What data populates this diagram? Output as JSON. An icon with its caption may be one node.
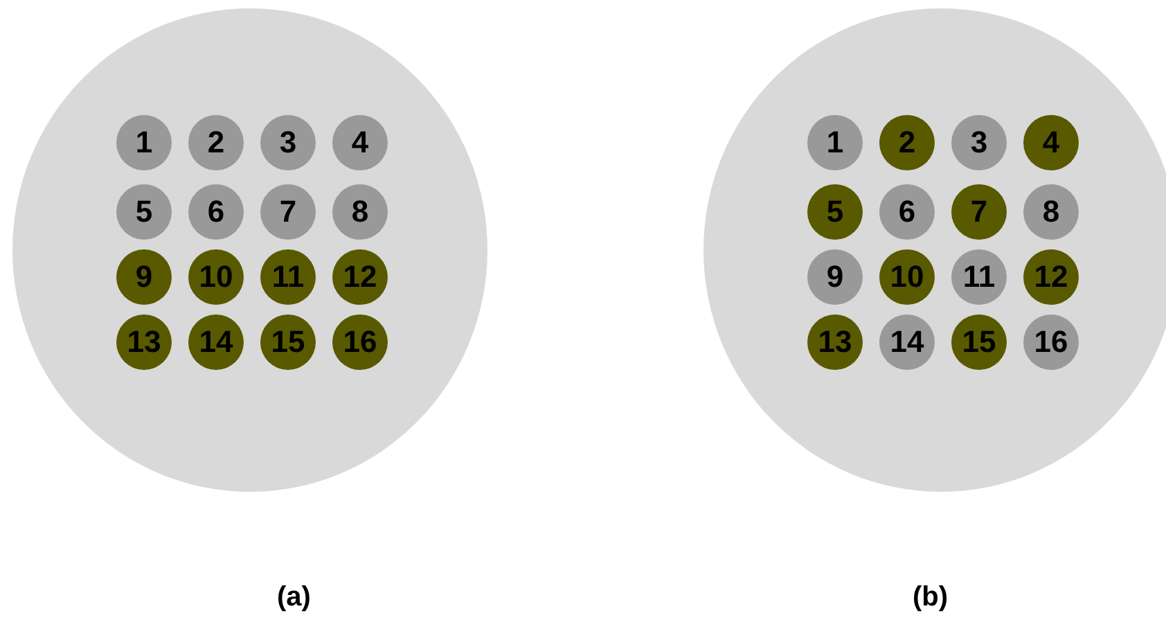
{
  "diagram": {
    "nodes": [
      {
        "text": [],
        "shape": "circle",
        "beside": [
          "(a)"
        ]
      },
      {
        "text": [
          "1"
        ],
        "in": 0
      },
      {
        "text": [
          "2"
        ],
        "in": 0
      },
      {
        "text": [
          "3"
        ],
        "in": 0
      },
      {
        "text": [
          "4"
        ],
        "in": 0
      },
      {
        "text": [
          "5"
        ],
        "in": 0
      },
      {
        "text": [
          "6"
        ],
        "in": 0
      },
      {
        "text": [
          "7"
        ],
        "in": 0
      },
      {
        "text": [
          "8"
        ],
        "in": 0
      },
      {
        "text": [
          "9"
        ],
        "in": 0
      },
      {
        "text": [
          "10"
        ],
        "in": 0
      },
      {
        "text": [
          "11"
        ],
        "in": 0
      },
      {
        "text": [
          "12"
        ],
        "in": 0
      },
      {
        "text": [
          "13"
        ],
        "in": 0
      },
      {
        "text": [
          "14"
        ],
        "in": 0
      },
      {
        "text": [
          "15"
        ],
        "in": 0
      },
      {
        "text": [
          "16"
        ],
        "in": 0
      },
      {
        "text": [],
        "shape": "circle",
        "beside": [
          "(b)"
        ]
      },
      {
        "text": [
          "1"
        ],
        "in": 17
      },
      {
        "text": [
          "2"
        ],
        "in": 17
      },
      {
        "text": [
          "3"
        ],
        "in": 17
      },
      {
        "text": [
          "4"
        ],
        "in": 17
      },
      {
        "text": [
          "5"
        ],
        "in": 17
      },
      {
        "text": [
          "6"
        ],
        "in": 17
      },
      {
        "text": [
          "7"
        ],
        "in": 17
      },
      {
        "text": [
          "8"
        ],
        "in": 17
      },
      {
        "text": [
          "9"
        ],
        "in": 17
      },
      {
        "text": [
          "10"
        ],
        "in": 17
      },
      {
        "text": [
          "11"
        ],
        "in": 17
      },
      {
        "text": [
          "12"
        ],
        "in": 17
      },
      {
        "text": [
          "13"
        ],
        "in": 17
      },
      {
        "text": [
          "14"
        ],
        "in": 17
      },
      {
        "text": [
          "15"
        ],
        "in": 17
      },
      {
        "text": [
          "16"
        ],
        "in": 17
      }
    ]
  }
}
